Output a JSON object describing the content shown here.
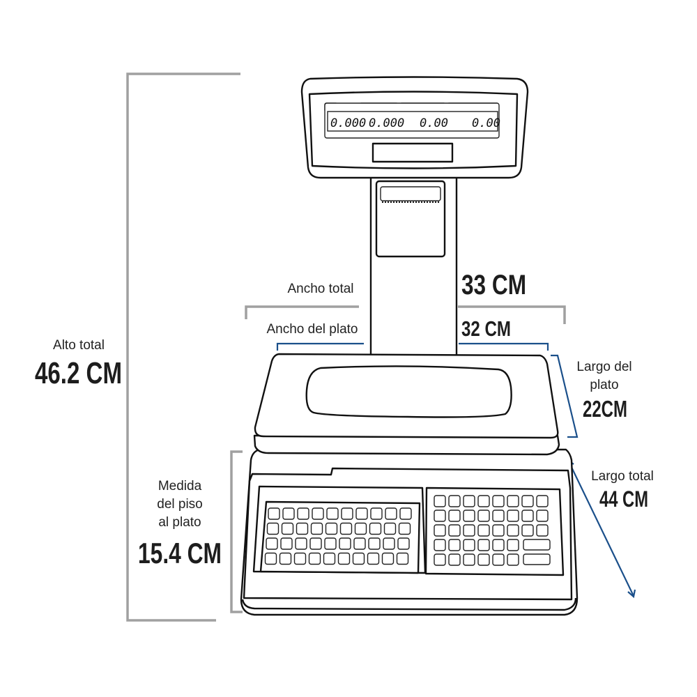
{
  "display": {
    "readouts": [
      "0.000",
      "0.000",
      "0.00",
      "0.00"
    ]
  },
  "dimensions": {
    "alto_total": {
      "label": "Alto total",
      "value": "46.2 CM"
    },
    "ancho_total": {
      "label": "Ancho total",
      "value": "33 CM"
    },
    "ancho_plato": {
      "label": "Ancho del plato",
      "value": "32 CM"
    },
    "largo_plato": {
      "label_line1": "Largo del",
      "label_line2": "plato",
      "value": "22CM"
    },
    "largo_total": {
      "label": "Largo total",
      "value": "44 CM"
    },
    "piso_plato": {
      "label_line1": "Medida",
      "label_line2": "del piso",
      "label_line3": "al plato",
      "value": "15.4 CM"
    }
  },
  "colors": {
    "bracket_gray": "#a0a0a0",
    "bracket_blue": "#1a4f8a"
  }
}
